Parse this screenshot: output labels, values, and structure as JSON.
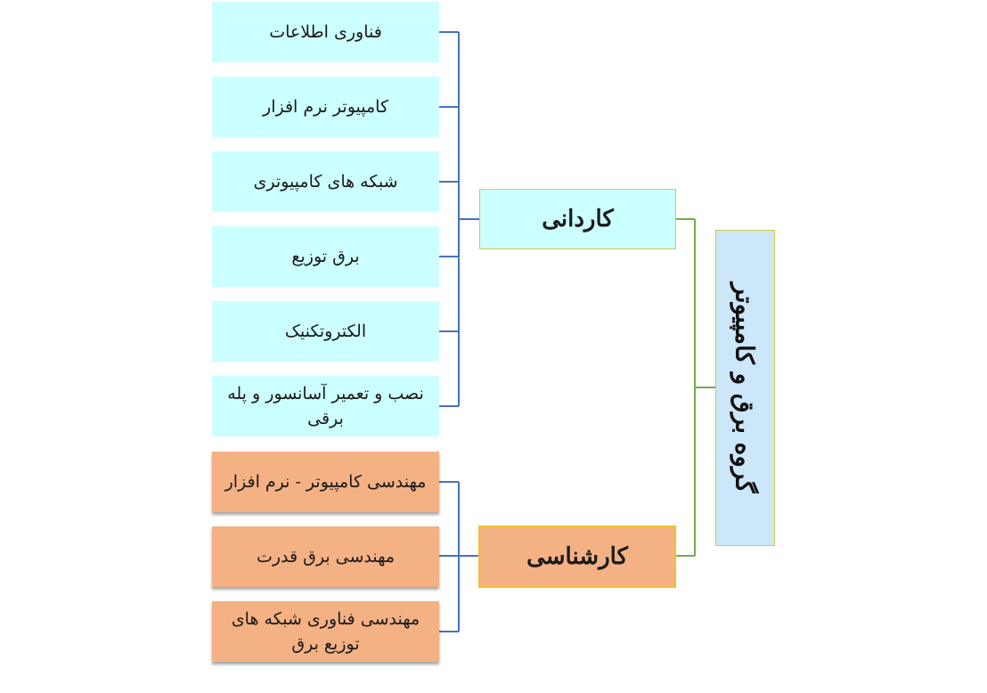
{
  "root": {
    "label": "گروه برق و کامپیوتر"
  },
  "kardani": {
    "label": "کاردانی",
    "items": [
      "فناوری اطلاعات",
      "کامپیوتر نرم افزار",
      "شبکه های کامپیوتری",
      "برق توزیع",
      "الکتروتکنیک",
      "نصب و تعمیر آسانسور و پله برقی"
    ]
  },
  "karshenasi": {
    "label": "کارشناسی",
    "items": [
      "مهندسی کامپیوتر - نرم افزار",
      "مهندسی برق قدرت",
      "مهندسی فناوری شبکه های توزیع برق"
    ]
  },
  "colors": {
    "blue_fill": "#ccffff",
    "orange_fill": "#f4b183",
    "root_fill": "#cce6fa",
    "blue_connector": "#4472c4",
    "green_connector": "#70ad47"
  }
}
